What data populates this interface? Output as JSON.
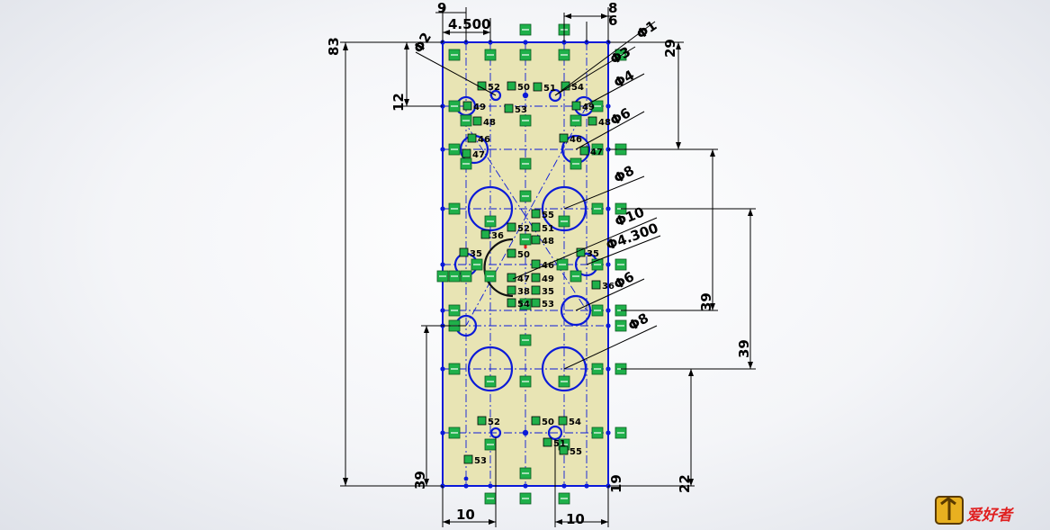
{
  "colors": {
    "plate": "#e8e4b4",
    "sketch": "#0b1ad8",
    "dimension": "#000000",
    "relation_fill": "#1fb04a",
    "origin": "#e02020"
  },
  "dimensions": {
    "d9": "9",
    "d4500": "4.500",
    "d8": "8",
    "d6": "6",
    "d83": "83",
    "d12": "12",
    "d29": "29",
    "dia1": "Φ1",
    "dia2": "Φ2",
    "dia3": "Φ3",
    "dia4": "Φ4",
    "dia6a": "Φ6",
    "dia8a": "Φ8",
    "dia10": "Φ10",
    "dia4300": "Φ4.300",
    "dia6b": "Φ6",
    "dia8b": "Φ8",
    "d39a": "39",
    "d39b": "39",
    "d39c": "39",
    "d22": "22",
    "d19": "19",
    "d10a": "10",
    "d10b": "10"
  },
  "relation_tags": {
    "t52": "52",
    "t50": "50",
    "t51": "51",
    "t54": "54",
    "t53": "53",
    "t49": "49",
    "t48": "48",
    "t46": "46",
    "t47": "47",
    "t36": "36",
    "t35": "35",
    "t55": "55",
    "t38": "38"
  },
  "watermark": {
    "text": "爱好者"
  }
}
